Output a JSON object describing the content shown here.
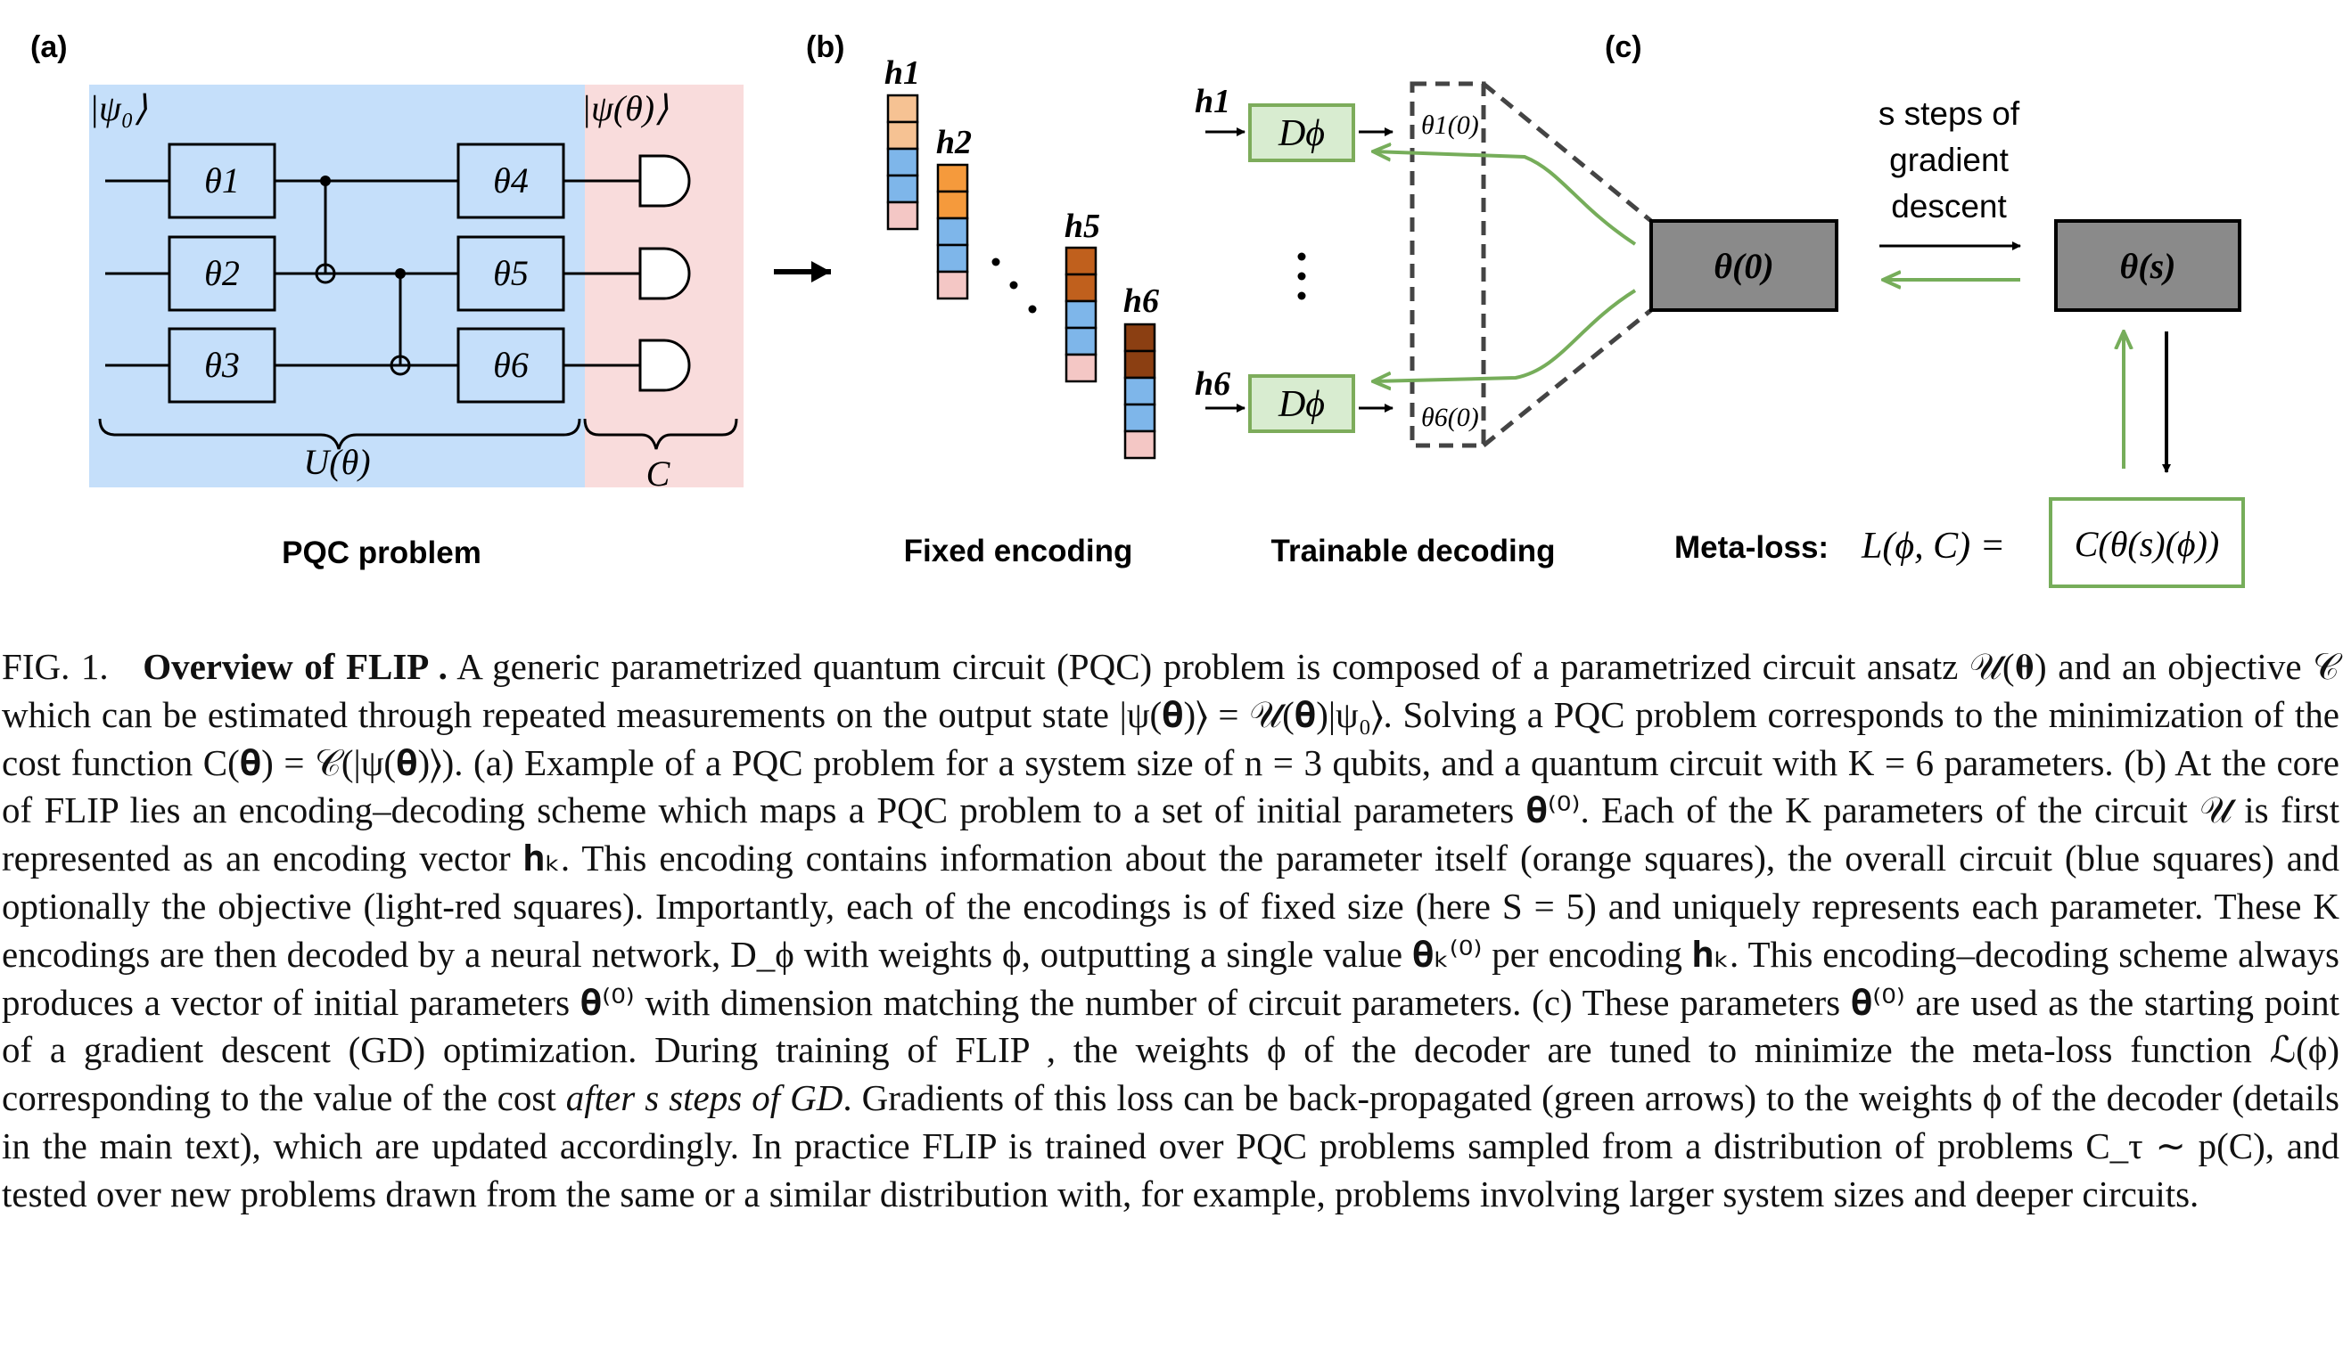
{
  "panels": {
    "a": {
      "label": "(a)",
      "input_state": "|ψ₀⟩",
      "output_state": "|ψ(θ)⟩",
      "gates": [
        "θ1",
        "θ2",
        "θ3",
        "θ4",
        "θ5",
        "θ6"
      ],
      "unitary_label": "U(θ)",
      "objective_label": "C",
      "caption": "PQC problem",
      "colors": {
        "circuit_bg": "#c5dffa",
        "objective_bg": "#f9dcdc"
      }
    },
    "b": {
      "label": "(b)",
      "encodings": [
        "h1",
        "h2",
        "h5",
        "h6"
      ],
      "caption_encoding": "Fixed encoding",
      "caption_decoding": "Trainable decoding",
      "decoder_label": "Dϕ",
      "decoder_inputs": [
        "h1",
        "h6"
      ],
      "decoder_outputs": [
        "θ1(0)",
        "θ6(0)"
      ],
      "colors": {
        "parameter": "#f4a260",
        "circuit": "#7eb6ea",
        "objective": "#f4c7c5",
        "decoder_fill": "#d8ecd0",
        "decoder_border": "#7dac5b"
      }
    },
    "c": {
      "label": "(c)",
      "initial_params": "θ(0)",
      "final_params": "θ(s)",
      "steps_text": [
        "s steps of",
        "gradient",
        "descent"
      ],
      "meta_loss_label": "Meta-loss:",
      "meta_loss_expr": "L(ϕ, C) =",
      "meta_loss_box": "C(θ(s)(ϕ))",
      "colors": {
        "param_box": "#8a8a8a",
        "gradient_arrow": "#76ad5a"
      }
    }
  },
  "caption": {
    "figno": "FIG. 1.",
    "title": "Overview of FLIP .",
    "body": "A generic parametrized quantum circuit (PQC) problem is composed of a parametrized circuit ansatz 𝒰(𝛉) and an objective 𝒞 which can be estimated through repeated measurements on the output state |ψ(𝛉)⟩ = 𝒰(𝛉)|ψ₀⟩. Solving a PQC problem corresponds to the minimization of the cost function C(𝛉) = 𝒞(|ψ(𝛉)⟩). (a) Example of a PQC problem for a system size of n = 3 qubits, and a quantum circuit with K = 6 parameters. (b) At the core of FLIP lies an encoding–decoding scheme which maps a PQC problem to a set of initial parameters 𝛉⁽⁰⁾. Each of the K parameters of the circuit 𝒰 is first represented as an encoding vector 𝐡ₖ. This encoding contains information about the parameter itself (orange squares), the overall circuit (blue squares) and optionally the objective (light-red squares). Importantly, each of the encodings is of fixed size (here S = 5) and uniquely represents each parameter. These K encodings are then decoded by a neural network, D_ϕ with weights ϕ, outputting a single value 𝛉ₖ⁽⁰⁾ per encoding 𝐡ₖ. This encoding–decoding scheme always produces a vector of initial parameters 𝛉⁽⁰⁾ with dimension matching the number of circuit parameters. (c) These parameters 𝛉⁽⁰⁾ are used as the starting point of a gradient descent (GD) optimization. During training of FLIP , the weights ϕ of the decoder are tuned to minimize the meta-loss function ℒ(ϕ) corresponding to the value of the cost",
    "body_italic": "after s steps of GD",
    "body_end": ". Gradients of this loss can be back-propagated (green arrows) to the weights ϕ of the decoder (details in the main text), which are updated accordingly. In practice FLIP is trained over PQC problems sampled from a distribution of problems C_τ ∼ p(C), and tested over new problems drawn from the same or a similar distribution with, for example, problems involving larger system sizes and deeper circuits."
  }
}
